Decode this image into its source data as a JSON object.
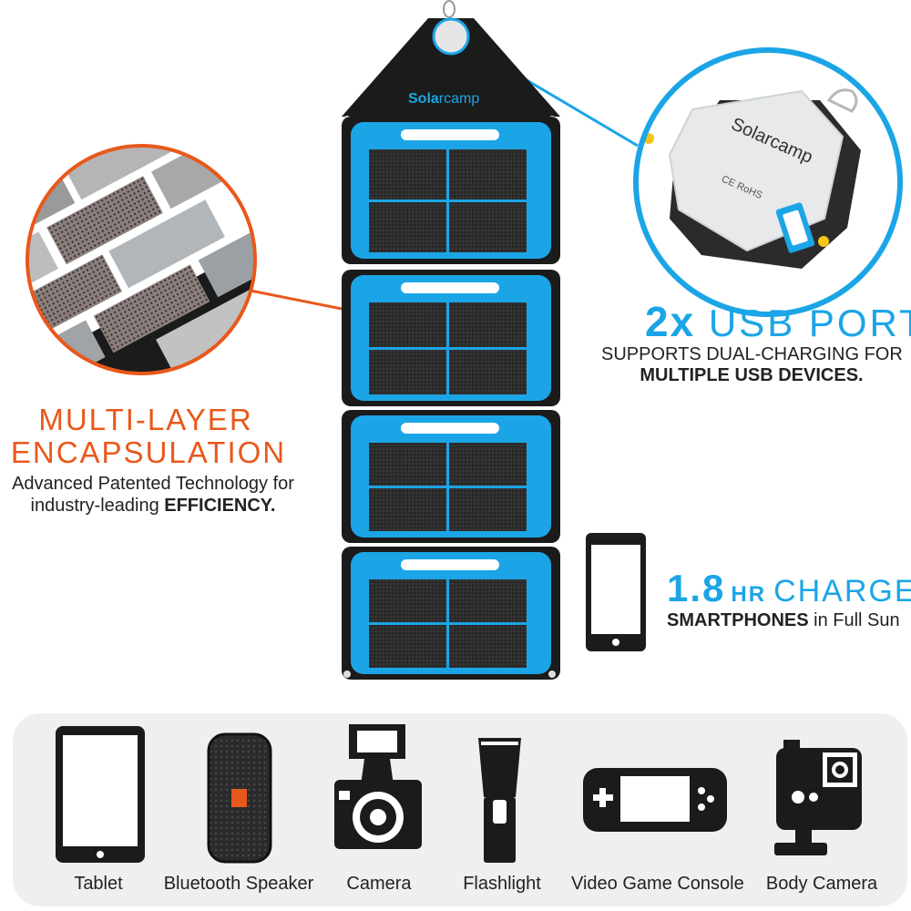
{
  "panel": {
    "brand": "Solarcamp",
    "brand_left": "Sola",
    "brand_right": "rcamp"
  },
  "usb_module": {
    "brand": "Solarcamp",
    "marks": "CE RoHS"
  },
  "encapsulation": {
    "title_line1": "MULTI-LAYER",
    "title_line2": "ENCAPSULATION",
    "desc_line1": "Advanced Patented Technology for",
    "desc_line2_prefix": "industry-leading ",
    "desc_line2_bold": "EFFICIENCY."
  },
  "usb": {
    "count": "2x",
    "label": "USB PORTS",
    "desc_line1": "SUPPORTS DUAL-CHARGING FOR",
    "desc_line2": "MULTIPLE USB DEVICES."
  },
  "charge": {
    "value": "1.8",
    "unit": "HR",
    "label": "CHARGE",
    "desc_bold": "SMARTPHONES",
    "desc_rest": " in Full Sun"
  },
  "devices": [
    {
      "label": "Tablet",
      "icon": "tablet-icon"
    },
    {
      "label": "Bluetooth Speaker",
      "icon": "speaker-icon"
    },
    {
      "label": "Camera",
      "icon": "camera-icon"
    },
    {
      "label": "Flashlight",
      "icon": "flashlight-icon"
    },
    {
      "label": "Video Game Console",
      "icon": "game-console-icon"
    },
    {
      "label": "Body Camera",
      "icon": "body-camera-icon"
    }
  ],
  "colors": {
    "accent_blue": "#1ba5e6",
    "accent_orange": "#e8581c",
    "panel_black": "#1b1b1b",
    "tray_gray": "#efefef"
  }
}
